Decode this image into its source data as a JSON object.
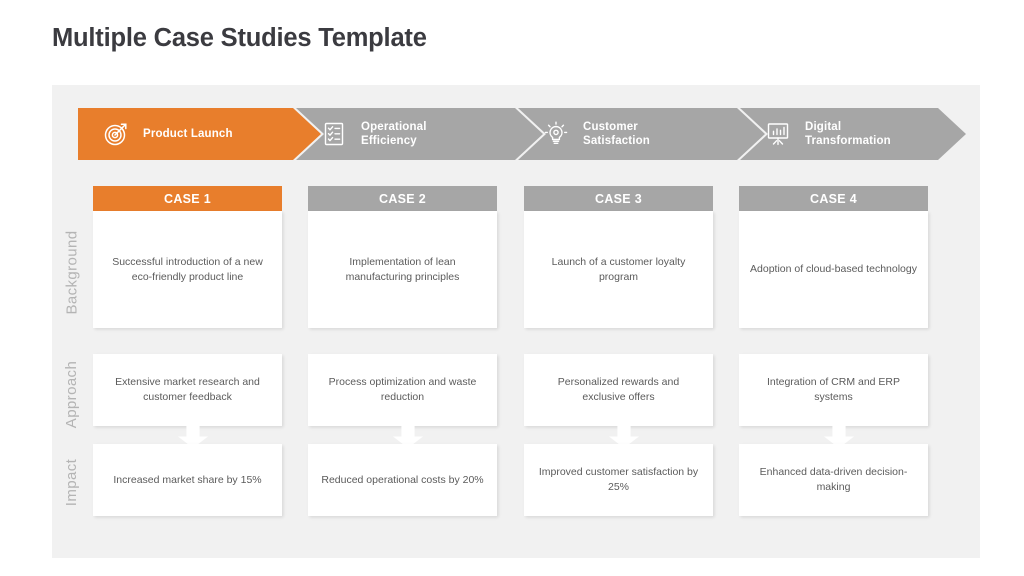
{
  "page": {
    "title": "Multiple Case Studies Template"
  },
  "colors": {
    "accent_orange": "#e87e2c",
    "neutral_gray": "#a6a6a6",
    "panel_bg": "#f1f1f1",
    "body_text": "#5b5b5b",
    "title_text": "#3b3b40",
    "rail_text": "#b4b4b4",
    "card_bg": "#ffffff"
  },
  "banner": {
    "steps": [
      {
        "label": "Product Launch",
        "icon": "target-icon",
        "state": "active",
        "color": "#e87e2c"
      },
      {
        "label": "Operational\nEfficiency",
        "icon": "checklist-icon",
        "state": "inactive",
        "color": "#a6a6a6"
      },
      {
        "label": "Customer\nSatisfaction",
        "icon": "lightbulb-icon",
        "state": "inactive",
        "color": "#a6a6a6"
      },
      {
        "label": "Digital\nTransformation",
        "icon": "presentation-chart-icon",
        "state": "inactive",
        "color": "#a6a6a6"
      }
    ]
  },
  "rows": {
    "labels": [
      "Background",
      "Approach",
      "Impact"
    ]
  },
  "columns": [
    {
      "case_label": "CASE 1",
      "highlight": true,
      "background": "Successful introduction of a new eco-friendly product line",
      "approach": "Extensive market research and customer feedback",
      "impact": "Increased market share by 15%"
    },
    {
      "case_label": "CASE 2",
      "highlight": false,
      "background": "Implementation of lean manufacturing principles",
      "approach": "Process optimization and waste reduction",
      "impact": "Reduced operational costs by 20%"
    },
    {
      "case_label": "CASE 3",
      "highlight": false,
      "background": "Launch of a customer loyalty program",
      "approach": "Personalized rewards and exclusive offers",
      "impact": "Improved customer satisfaction by 25%"
    },
    {
      "case_label": "CASE 4",
      "highlight": false,
      "background": "Adoption of cloud-based technology",
      "approach": "Integration of CRM and ERP systems",
      "impact": "Enhanced data-driven decision-making"
    }
  ]
}
